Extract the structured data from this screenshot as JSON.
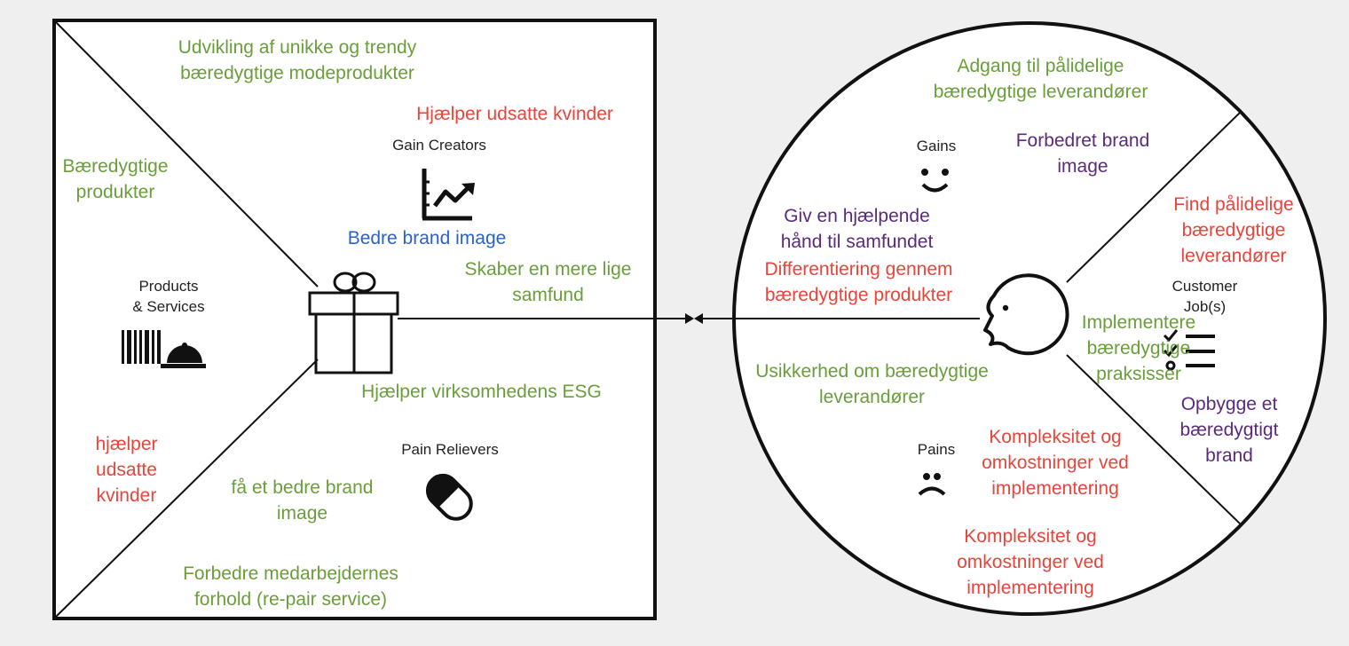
{
  "colors": {
    "background": "#efefef",
    "panel": "#ffffff",
    "stroke": "#111111",
    "green": "#6a9e3a",
    "red": "#e5463c",
    "blue": "#2b62c8",
    "purple": "#5b2a7d"
  },
  "value_map": {
    "labels": {
      "gain_creators": "Gain Creators",
      "products_services": "Products\n& Services",
      "pain_relievers": "Pain Relievers"
    },
    "icons": {
      "gain_creators": "chart-up-icon",
      "products_services": "barcode-cloche-icon",
      "center": "gift-icon",
      "pain_relievers": "pill-icon"
    },
    "notes": {
      "n1": "Udvikling af unikke og trendy\nbæredygtige modeprodukter",
      "n2": "Hjælper udsatte kvinder",
      "n3": "Bæredygtige\nprodukter",
      "n4": "Bedre brand image",
      "n5": "Skaber en mere lige\nsamfund",
      "n6": "Hjælper virksomhedens ESG",
      "n7": "hjælper\nudsatte\nkvinder",
      "n8": "få et bedre brand\nimage",
      "n9": "Forbedre medarbejdernes\nforhold (re-pair service)"
    }
  },
  "customer_profile": {
    "labels": {
      "gains": "Gains",
      "customer_jobs": "Customer\nJob(s)",
      "pains": "Pains"
    },
    "icons": {
      "gains": "smile-icon",
      "customer_jobs": "checklist-icon",
      "center": "face-profile-icon",
      "pains": "frown-icon"
    },
    "notes": {
      "c1": "Adgang til pålidelige\nbæredygtige leverandører",
      "c2": "Forbedret brand\nimage",
      "c3": "Find pålidelige\nbæredygtige\nleverandører",
      "c4": "Giv en hjælpende\nhånd til samfundet",
      "c5": "Differentiering gennem\nbæredygtige produkter",
      "c6": "Implementere\nbæredygtige\npraksisser",
      "c7": "Usikkerhed om bæredygtige\nleverandører",
      "c8": "Opbygge et\nbæredygtigt\nbrand",
      "c9": "Kompleksitet og\nomkostninger ved\nimplementering",
      "c10": "Kompleksitet og\nomkostninger ved\nimplementering"
    }
  }
}
